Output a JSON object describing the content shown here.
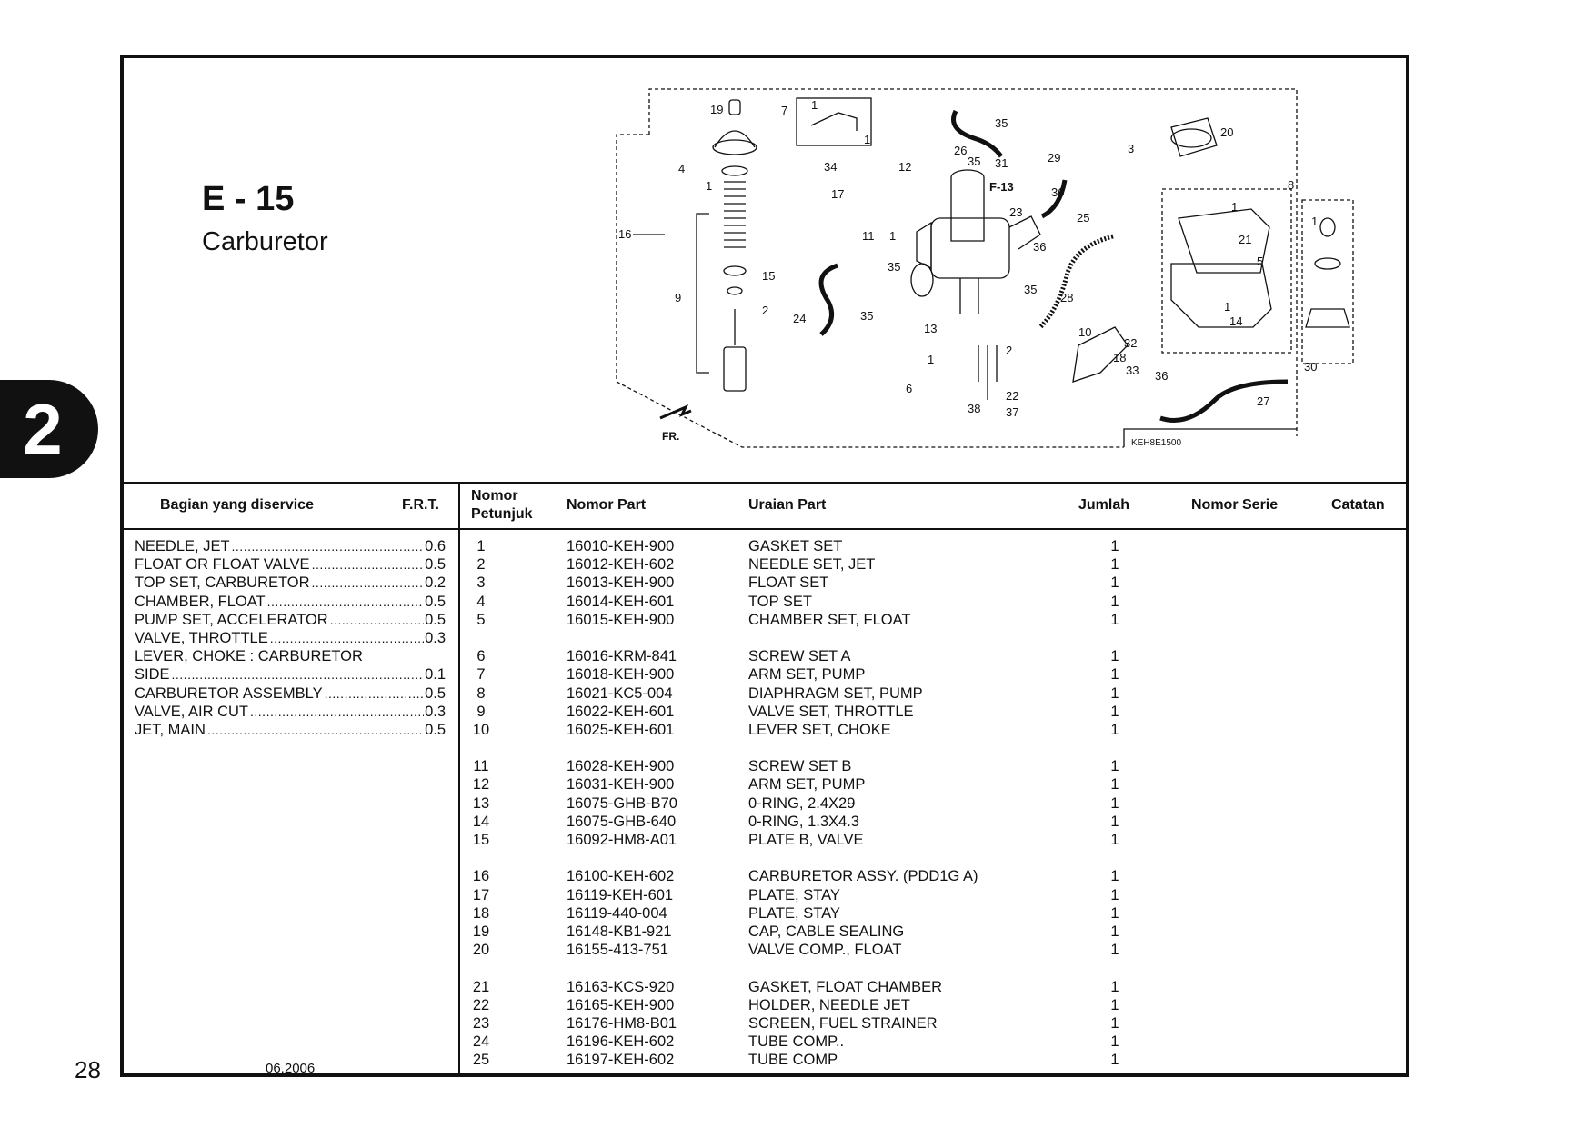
{
  "chapter_tab": "2",
  "page_number": "28",
  "section": {
    "code": "E - 15",
    "title": "Carburetor"
  },
  "diagram": {
    "drawing_code": "KEH8E1500",
    "direction_label": "FR.",
    "ref_label": "F-13",
    "callouts": [
      "19",
      "7",
      "1",
      "1",
      "4",
      "1",
      "34",
      "12",
      "35",
      "35",
      "26",
      "31",
      "29",
      "F-13",
      "23",
      "36",
      "25",
      "20",
      "3",
      "17",
      "11",
      "1",
      "16",
      "35",
      "15",
      "9",
      "2",
      "24",
      "35",
      "13",
      "35",
      "36",
      "28",
      "10",
      "2",
      "1",
      "6",
      "38",
      "37",
      "22",
      "32",
      "18",
      "33",
      "36",
      "27",
      "1",
      "21",
      "5",
      "1",
      "14",
      "30",
      "8",
      "1"
    ]
  },
  "table": {
    "headers": {
      "service": "Bagian yang diservice",
      "frt": "F.R.T.",
      "ref_line1": "Nomor",
      "ref_line2": "Petunjuk",
      "part_no": "Nomor Part",
      "desc": "Uraian Part",
      "qty": "Jumlah",
      "serial": "Nomor Serie",
      "notes": "Catatan"
    },
    "service_items": [
      {
        "name": " NEEDLE, JET",
        "time": "0.6"
      },
      {
        "name": " FLOAT OR FLOAT VALVE",
        "time": "0.5"
      },
      {
        "name": "TOP SET, CARBURETOR",
        "time": "0.2"
      },
      {
        "name": "CHAMBER, FLOAT",
        "time": "0.5"
      },
      {
        "name": "PUMP SET, ACCELERATOR",
        "time": "0.5"
      },
      {
        "name": " VALVE, THROTTLE",
        "time": "0.3"
      },
      {
        "name": "LEVER, CHOKE : CARBURETOR",
        "time": ""
      },
      {
        "name": "SIDE",
        "time": "0.1"
      },
      {
        "name": "CARBURETOR ASSEMBLY",
        "time": "0.5"
      },
      {
        "name": "VALVE, AIR CUT",
        "time": "0.3"
      },
      {
        "name": "JET, MAIN",
        "time": "0.5"
      }
    ],
    "revision_date": "06.2006",
    "parts": [
      {
        "ref": "1",
        "part_no": "16010-KEH-900",
        "desc": "GASKET SET",
        "qty": "1"
      },
      {
        "ref": "2",
        "part_no": "16012-KEH-602",
        "desc": "NEEDLE SET, JET",
        "qty": "1"
      },
      {
        "ref": "3",
        "part_no": "16013-KEH-900",
        "desc": "FLOAT SET",
        "qty": "1"
      },
      {
        "ref": "4",
        "part_no": "16014-KEH-601",
        "desc": "TOP SET",
        "qty": "1"
      },
      {
        "ref": "5",
        "part_no": "16015-KEH-900",
        "desc": "CHAMBER SET, FLOAT",
        "qty": "1"
      },
      {
        "ref": "6",
        "part_no": "16016-KRM-841",
        "desc": "SCREW SET A",
        "qty": "1"
      },
      {
        "ref": "7",
        "part_no": "16018-KEH-900",
        "desc": "ARM SET, PUMP",
        "qty": "1"
      },
      {
        "ref": "8",
        "part_no": "16021-KC5-004",
        "desc": "DIAPHRAGM SET, PUMP",
        "qty": "1"
      },
      {
        "ref": "9",
        "part_no": "16022-KEH-601",
        "desc": "VALVE SET, THROTTLE",
        "qty": "1"
      },
      {
        "ref": "10",
        "part_no": "16025-KEH-601",
        "desc": "LEVER SET, CHOKE",
        "qty": "1"
      },
      {
        "ref": "11",
        "part_no": "16028-KEH-900",
        "desc": "SCREW SET B",
        "qty": "1"
      },
      {
        "ref": "12",
        "part_no": "16031-KEH-900",
        "desc": "ARM SET, PUMP",
        "qty": "1"
      },
      {
        "ref": "13",
        "part_no": "16075-GHB-B70",
        "desc": "0-RING, 2.4X29",
        "qty": "1"
      },
      {
        "ref": "14",
        "part_no": "16075-GHB-640",
        "desc": "0-RING, 1.3X4.3",
        "qty": "1"
      },
      {
        "ref": "15",
        "part_no": "16092-HM8-A01",
        "desc": "PLATE B, VALVE",
        "qty": "1"
      },
      {
        "ref": "16",
        "part_no": "16100-KEH-602",
        "desc": "CARBURETOR ASSY. (PDD1G A)",
        "qty": "1"
      },
      {
        "ref": "17",
        "part_no": "16119-KEH-601",
        "desc": "PLATE, STAY",
        "qty": "1"
      },
      {
        "ref": "18",
        "part_no": "16119-440-004",
        "desc": "PLATE, STAY",
        "qty": "1"
      },
      {
        "ref": "19",
        "part_no": "16148-KB1-921",
        "desc": "CAP, CABLE SEALING",
        "qty": "1"
      },
      {
        "ref": "20",
        "part_no": "16155-413-751",
        "desc": "VALVE COMP., FLOAT",
        "qty": "1"
      },
      {
        "ref": "21",
        "part_no": "16163-KCS-920",
        "desc": "GASKET, FLOAT CHAMBER",
        "qty": "1"
      },
      {
        "ref": "22",
        "part_no": "16165-KEH-900",
        "desc": "HOLDER, NEEDLE JET",
        "qty": "1"
      },
      {
        "ref": "23",
        "part_no": "16176-HM8-B01",
        "desc": "SCREEN, FUEL STRAINER",
        "qty": "1"
      },
      {
        "ref": "24",
        "part_no": "16196-KEH-602",
        "desc": "TUBE COMP..",
        "qty": "1"
      },
      {
        "ref": "25",
        "part_no": "16197-KEH-602",
        "desc": "TUBE COMP",
        "qty": "1"
      }
    ]
  }
}
